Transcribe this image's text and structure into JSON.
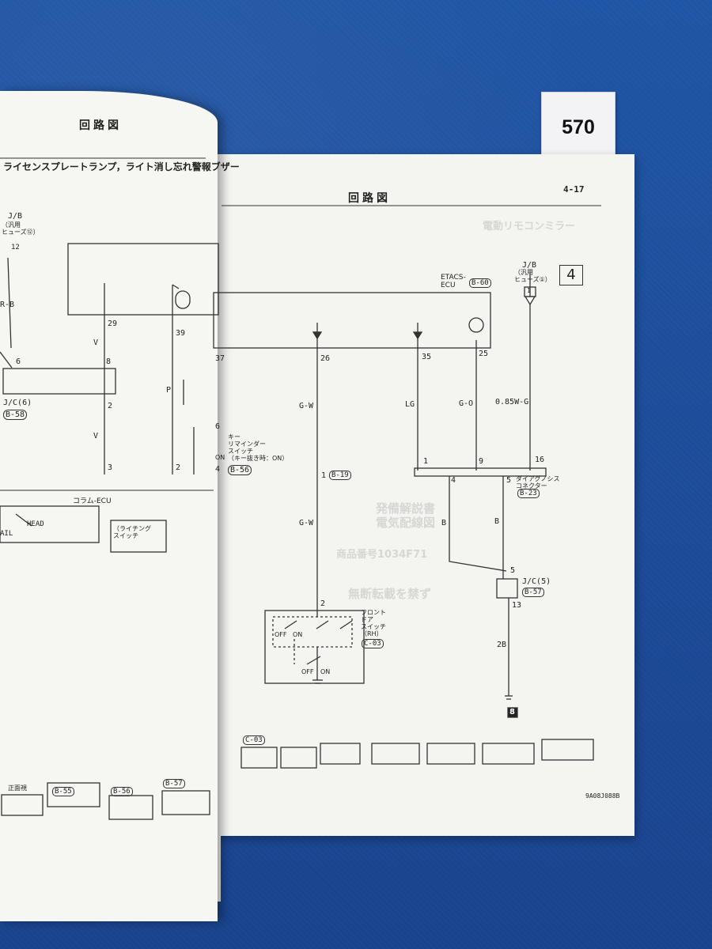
{
  "tag": {
    "number": "570"
  },
  "left_page": {
    "header": "回路図",
    "title": "ライセンスプレートランプ，ライト消し忘れ警報ブザー",
    "jb_label": "J/B",
    "jb_sub": "（汎用\nヒューズ⑫）",
    "fuse_no": "12",
    "wire_rb": "R-B",
    "pin_6": "6",
    "pin_8": "8",
    "pin_29": "29",
    "pin_39": "39",
    "pin_2": "2",
    "pin_3": "3",
    "pin_2b": "2",
    "wire_v1": "V",
    "wire_v2": "V",
    "wire_p": "P",
    "jc_label": "J/C(6)",
    "jc_code": "B-58",
    "key_reminder": "キー\nリマインダー\nスイッチ\n（キー抜き時：ON）",
    "key_pin6": "6",
    "key_on": "ON",
    "key_pin4": "4",
    "key_code": "B-56",
    "column_ecu": "コラム-ECU",
    "head": "HEAD",
    "tail": "AIL",
    "lighting_sw": "（ライチング\nスイッチ",
    "conn_b55": "B-55",
    "conn_b56": "B-56",
    "conn_b57": "B-57",
    "conn_note": "正面視"
  },
  "right_page": {
    "header": "回路図",
    "page_no": "4-17",
    "section_no": "4",
    "ghost_top": "電動リモコンミラー",
    "ecu_label": "ETACS-\nECU",
    "ecu_code": "B-60",
    "jb_label": "J/B",
    "jb_sub": "（汎用\nヒューズ①）",
    "fuse_no": "1",
    "pin_37": "37",
    "pin_26": "26",
    "pin_35": "35",
    "pin_25": "25",
    "wire_gw1": "G-W",
    "wire_lg": "LG",
    "wire_go": "G-O",
    "wire_085wg": "0.85W-G",
    "diag_pin1": "1",
    "diag_pin9": "9",
    "diag_pin16": "16",
    "diag_pin4": "4",
    "diag_pin5": "5",
    "diag_label": "ダイアグノシス\nコネクター",
    "diag_code": "B-23",
    "b19_pin": "1",
    "b19_code": "B-19",
    "wire_gw2": "G-W",
    "wire_b1": "B",
    "wire_b2": "B",
    "door_pin2": "2",
    "door_label": "フロント\nドア\nスイッチ\n（RH）",
    "door_code": "C-03",
    "off": "OFF",
    "on": "ON",
    "jc_pin5": "5",
    "jc_label": "J/C(5)",
    "jc_code": "B-57",
    "jc_pin13": "13",
    "wire_2b": "2B",
    "ground_no": "8",
    "conn_c03": "C-03",
    "footer_code": "9A08J088B",
    "ghost_stamp1": "発備解説書",
    "ghost_stamp2": "電気配線図",
    "ghost_stamp3": "商品番号1034F71",
    "ghost_stamp4": "無断転載を禁ず"
  }
}
